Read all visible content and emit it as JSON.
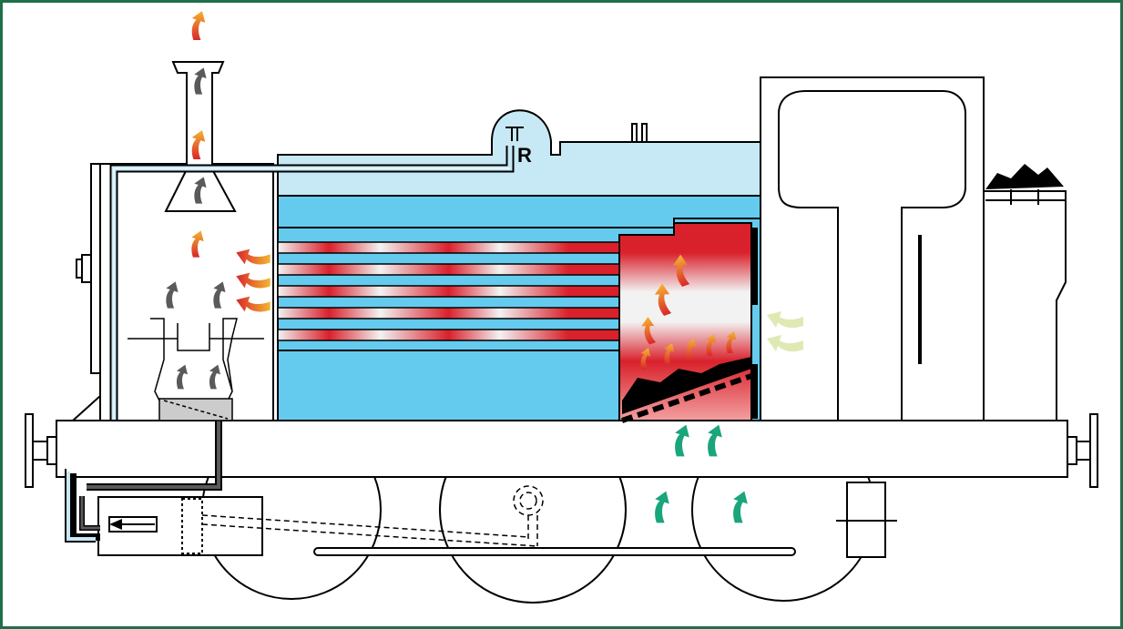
{
  "labels": {
    "regulator": "R"
  },
  "colors": {
    "frame": "#1f6f4a",
    "boiler_light": "#c7e8f5",
    "boiler_mid": "#65cbee",
    "fire_red": "#d9212b",
    "fire_white": "#f2f2f2",
    "steam_arrow": "#5a5a5a",
    "exhaust_arrow_red": "#d9262b",
    "exhaust_arrow_yellow": "#f5b531",
    "air_arrow": "#1aa57c",
    "secondary_air_arrow": "#dfe9b4",
    "coal": "#000000"
  },
  "icons": {
    "hot_gas": "curved-arrow-red-yellow",
    "steam": "curved-arrow-grey",
    "primary_air": "curved-arrow-green",
    "secondary_air": "curved-arrow-pale-green"
  }
}
